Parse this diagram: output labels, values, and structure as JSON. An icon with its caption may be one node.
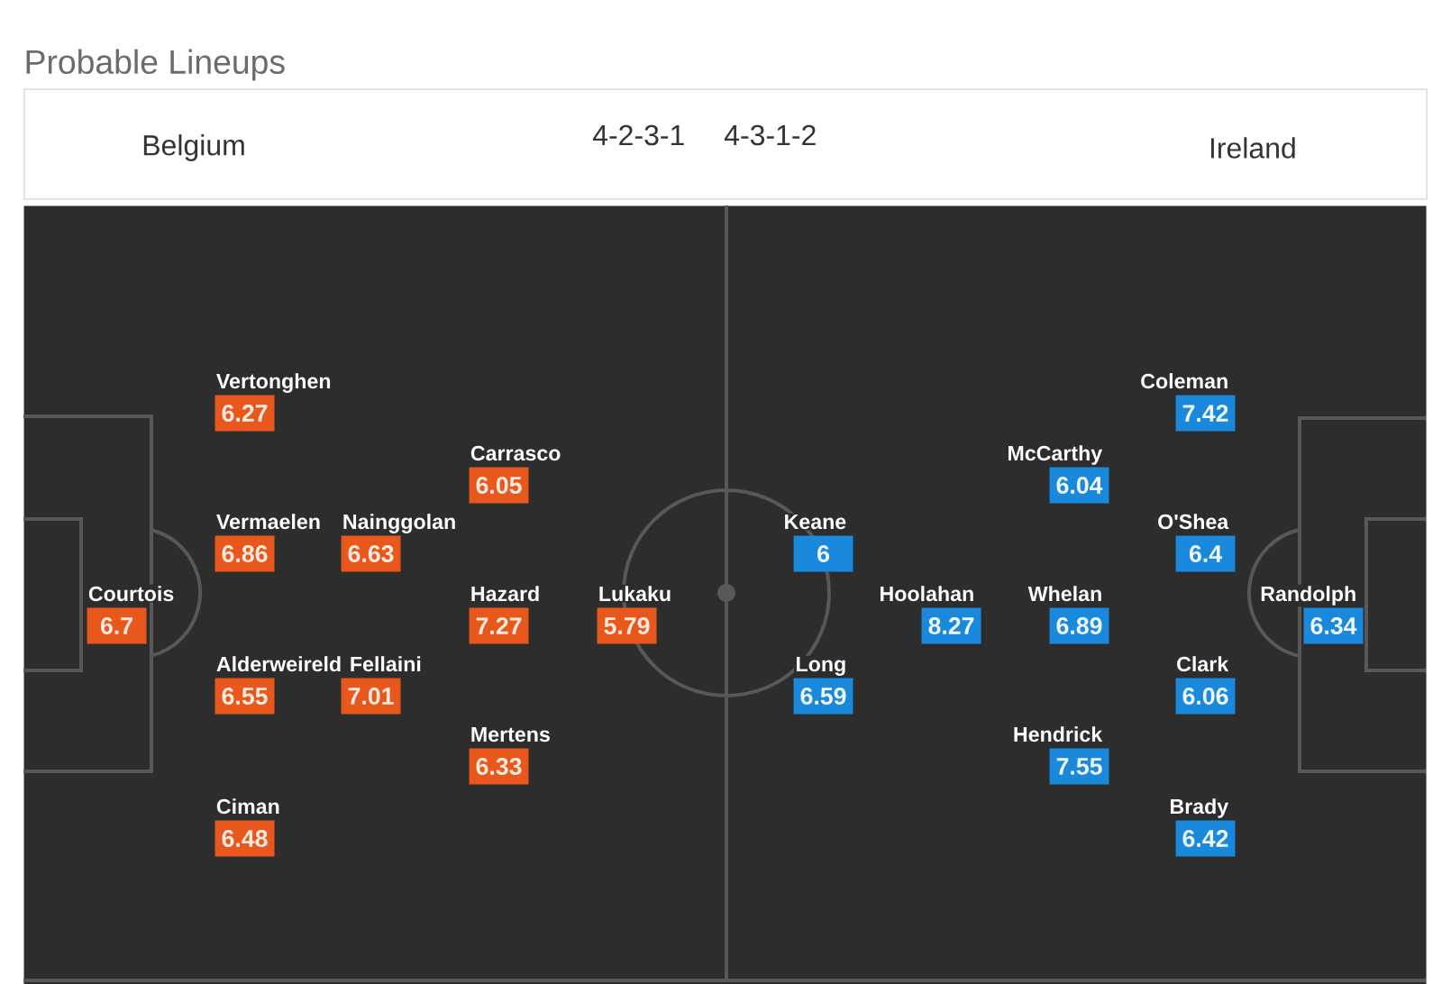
{
  "diagram": {
    "title": "Probable Lineups",
    "nodes": [
      {
        "text": [
          "Belgium",
          "4-2-3-1",
          "4-3-1-2",
          "Ireland"
        ]
      },
      {
        "text": [],
        "shape": "box"
      },
      {
        "text": [
          "Vertonghen",
          "6.27"
        ],
        "in": 1
      },
      {
        "text": [
          "Carrasco",
          "6.05"
        ],
        "in": 1
      },
      {
        "text": [
          "Vermaelen",
          "6.86"
        ],
        "in": 1
      },
      {
        "text": [
          "Nainggolan",
          "6.63"
        ],
        "in": 1
      },
      {
        "text": [
          "Courtois",
          "6.7"
        ],
        "in": 1
      },
      {
        "text": [
          "Hazard",
          "7.27"
        ],
        "in": 1
      },
      {
        "text": [
          "Lukaku",
          "5.79"
        ],
        "in": 1
      },
      {
        "text": [
          "Alderweireld",
          "6.55"
        ],
        "in": 1
      },
      {
        "text": [
          "Fellaini",
          "7.01"
        ],
        "in": 1
      },
      {
        "text": [
          "Mertens",
          "6.33"
        ],
        "in": 1
      },
      {
        "text": [
          "Ciman",
          "6.48"
        ],
        "in": 1
      },
      {
        "text": [
          "Coleman",
          "7.42"
        ],
        "in": 1
      },
      {
        "text": [
          "McCarthy",
          "6.04"
        ],
        "in": 1
      },
      {
        "text": [
          "Keane",
          "6"
        ],
        "in": 1
      },
      {
        "text": [
          "O'Shea",
          "6.4"
        ],
        "in": 1
      },
      {
        "text": [
          "Hoolahan",
          "8.27"
        ],
        "in": 1
      },
      {
        "text": [
          "Whelan",
          "6.89"
        ],
        "in": 1
      },
      {
        "text": [
          "Randolph",
          "6.34"
        ],
        "in": 1
      },
      {
        "text": [
          "Long",
          "6.59"
        ],
        "in": 1
      },
      {
        "text": [
          "Clark",
          "6.06"
        ],
        "in": 1
      },
      {
        "text": [
          "Hendrick",
          "7.55"
        ],
        "in": 1
      },
      {
        "text": [
          "Brady",
          "6.42"
        ],
        "in": 1
      }
    ]
  }
}
